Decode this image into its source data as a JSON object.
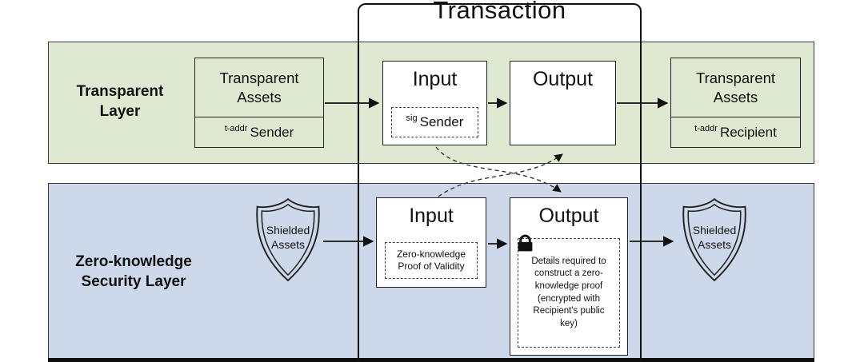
{
  "colors": {
    "band-green": "#dfe9d2",
    "band-blue": "#cdd9ea",
    "line": "#1a1a1a"
  },
  "transaction": {
    "title": "Transaction"
  },
  "transparent_layer": {
    "label": "Transparent Layer",
    "sender_box": {
      "title": "Transparent Assets",
      "addr_prefix": "t-addr",
      "addr_name": "Sender"
    },
    "input_box": {
      "title": "Input",
      "sig_prefix": "sig",
      "sig_name": "Sender"
    },
    "output_box": {
      "title": "Output"
    },
    "recipient_box": {
      "title": "Transparent Assets",
      "addr_prefix": "t-addr",
      "addr_name": "Recipient"
    }
  },
  "zk_layer": {
    "label": "Zero-knowledge Security Layer",
    "shield_left": {
      "label": "Shielded Assets"
    },
    "input_box": {
      "title": "Input",
      "proof_label": "Zero-knowledge Proof of Validity"
    },
    "output_box": {
      "title": "Output",
      "details_label": "Details required to construct a zero-knowledge proof (encrypted with Recipient's public key)"
    },
    "shield_right": {
      "label": "Shielded Assets"
    }
  }
}
